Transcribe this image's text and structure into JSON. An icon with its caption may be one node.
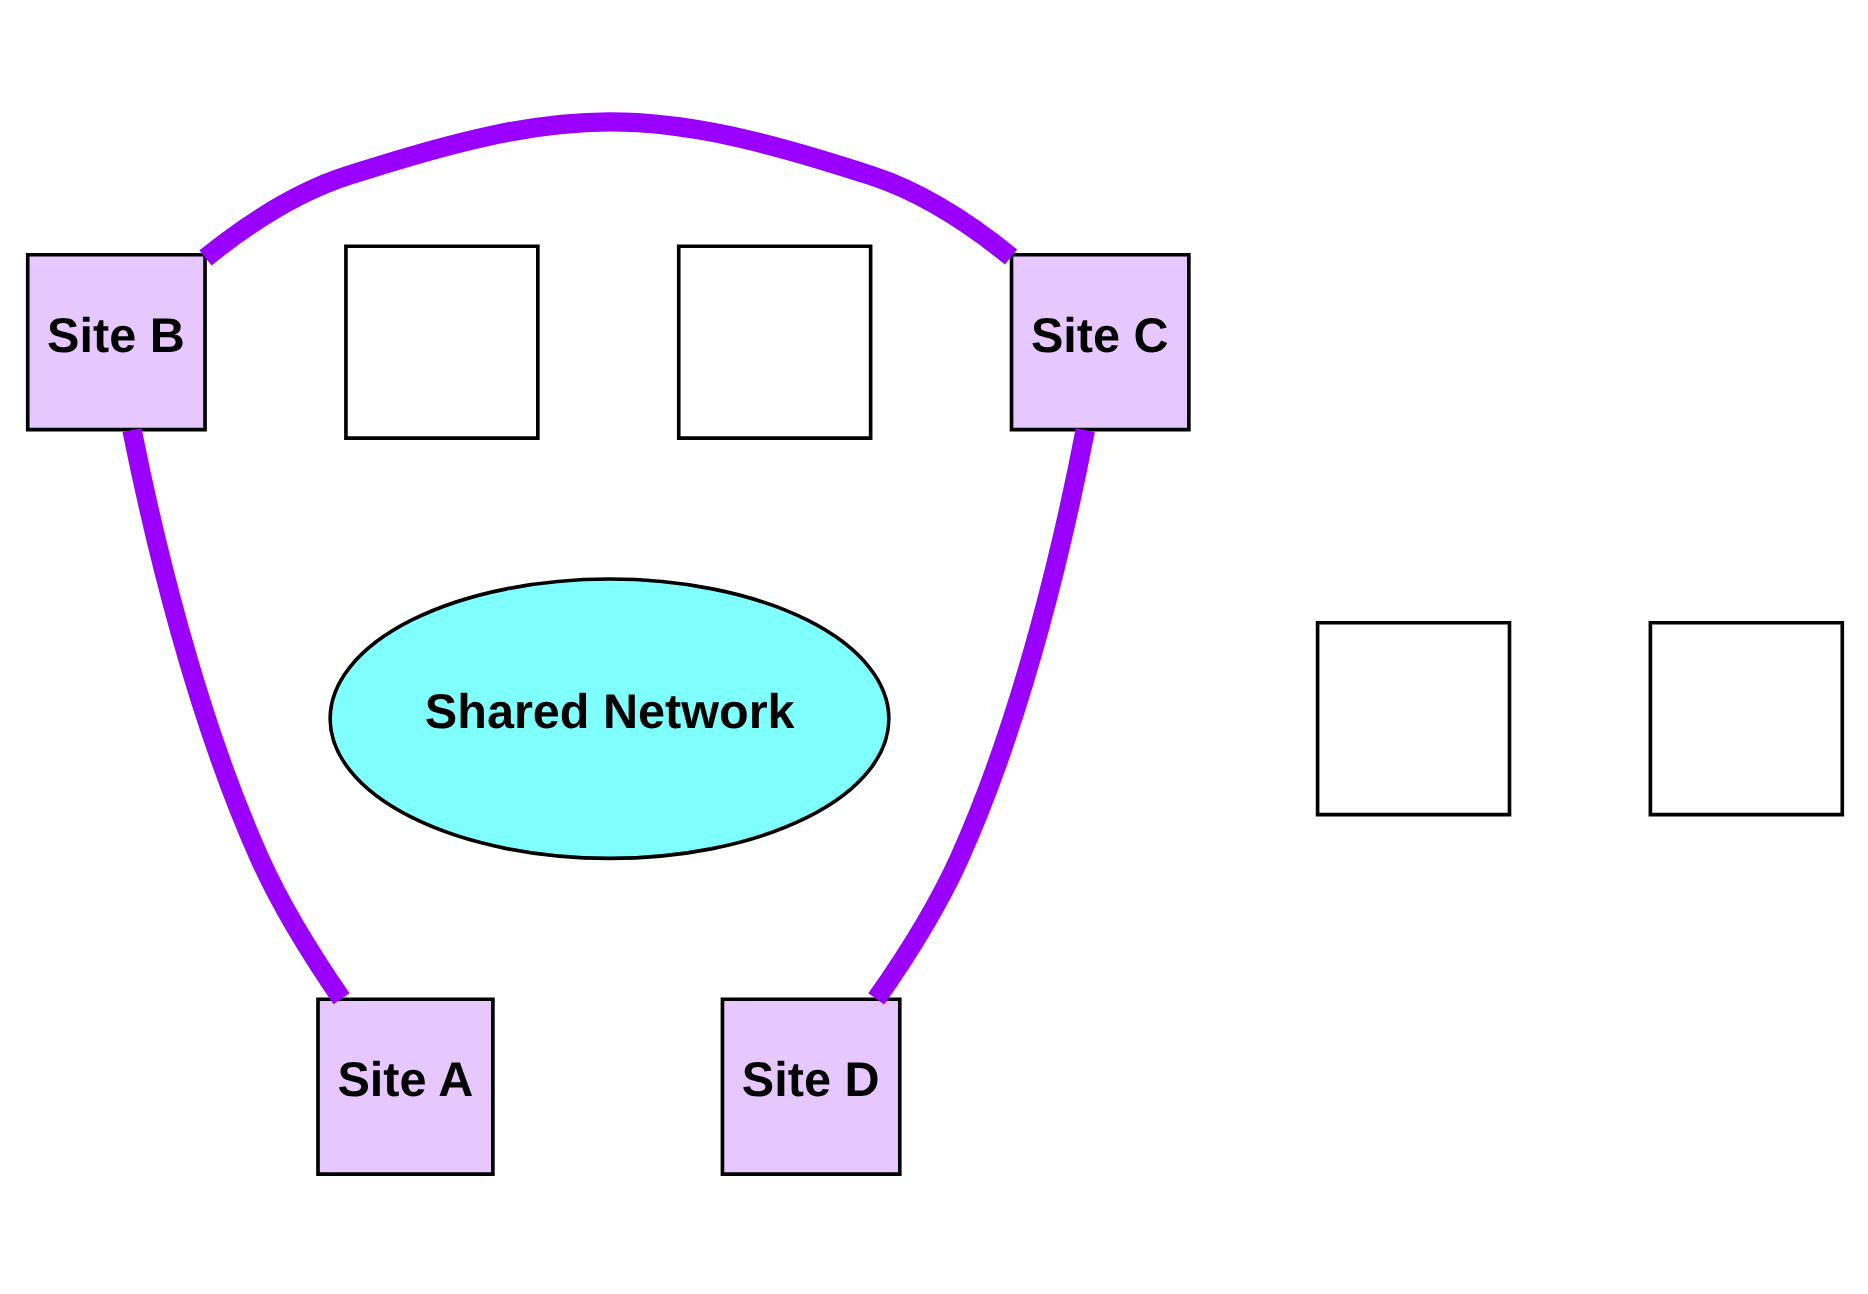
{
  "diagram": {
    "nodes": [
      {
        "text": [],
        "shape": "box"
      },
      {
        "text": [],
        "shape": "box"
      },
      {
        "text": [
          "Site C"
        ]
      },
      {
        "text": [
          "Site B"
        ]
      },
      {
        "text": [
          "Shared Network"
        ]
      },
      {
        "text": [],
        "shape": "box"
      },
      {
        "text": [],
        "shape": "box"
      },
      {
        "text": [
          "Site D"
        ]
      },
      {
        "text": [
          "Site A"
        ]
      }
    ],
    "edges": [
      {
        "from": 3,
        "to": 2,
        "arrow": "none"
      },
      {
        "from": 3,
        "to": 8,
        "arrow": "none"
      },
      {
        "from": 2,
        "to": 7,
        "arrow": "none"
      }
    ]
  }
}
